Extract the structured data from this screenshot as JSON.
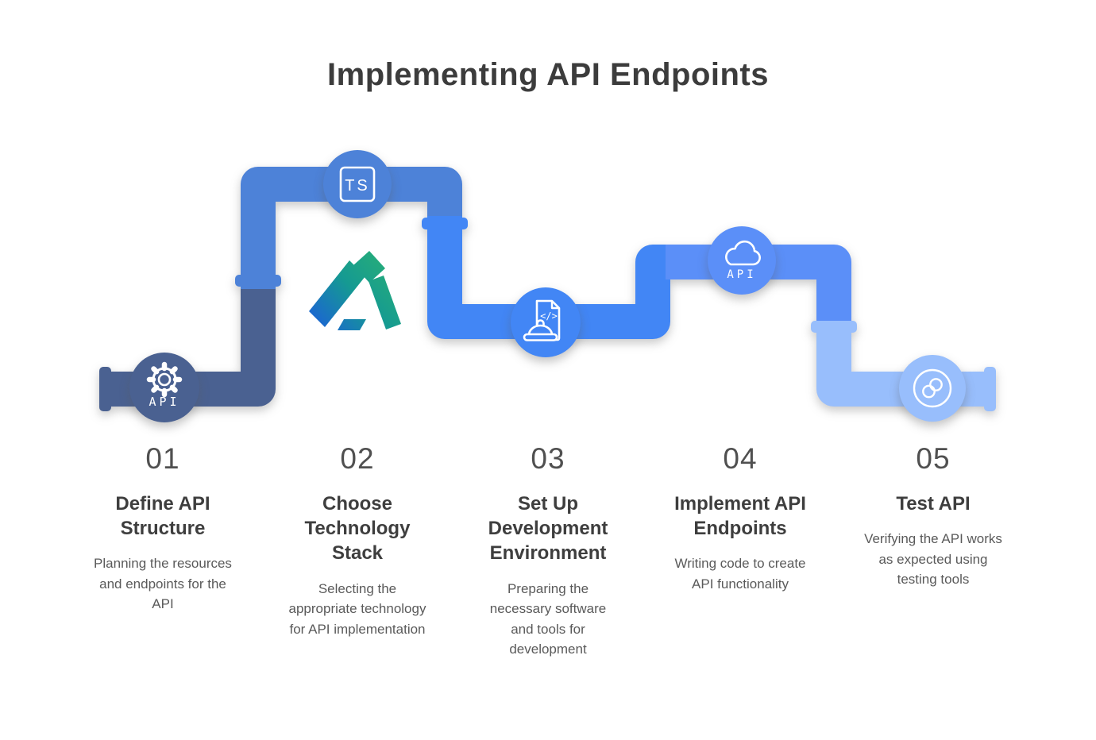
{
  "page": {
    "title": "Implementing API Endpoints",
    "background": "#ffffff"
  },
  "palette": {
    "title_text": "#3c3c3c",
    "step_number_text": "#505050",
    "step_title_text": "#3e3e3e",
    "step_description_text": "#5a5a5a",
    "icon_stroke": "#ffffff",
    "pipe_step1": "#4a6191",
    "pipe_step2": "#4d82d8",
    "pipe_step3": "#4286f5",
    "pipe_step4": "#5b8ff8",
    "pipe_step5": "#98befc",
    "logo_gradient_start": "#1d55e6",
    "logo_gradient_mid": "#159a92",
    "logo_gradient_end": "#2eb56d"
  },
  "steps": [
    {
      "number": "01",
      "title": "Define API Structure",
      "description": "Planning the resources and endpoints for the API",
      "icon": "gear-api-icon",
      "icon_label": "API",
      "color": "#4a6191"
    },
    {
      "number": "02",
      "title": "Choose Technology Stack",
      "description": "Selecting the appropriate technology for API implementation",
      "icon": "typescript-icon",
      "icon_label": "TS",
      "color": "#4d82d8"
    },
    {
      "number": "03",
      "title": "Set Up Development Environment",
      "description": "Preparing the necessary software and tools for development",
      "icon": "code-document-hard-hat-icon",
      "icon_label": "</>",
      "color": "#4286f5"
    },
    {
      "number": "04",
      "title": "Implement API Endpoints",
      "description": "Writing code to create API functionality",
      "icon": "cloud-api-icon",
      "icon_label": "API",
      "color": "#5b8ff8"
    },
    {
      "number": "05",
      "title": "Test API",
      "description": "Verifying the API works as expected using testing tools",
      "icon": "sync-icon",
      "icon_label": "",
      "color": "#98befc"
    }
  ]
}
